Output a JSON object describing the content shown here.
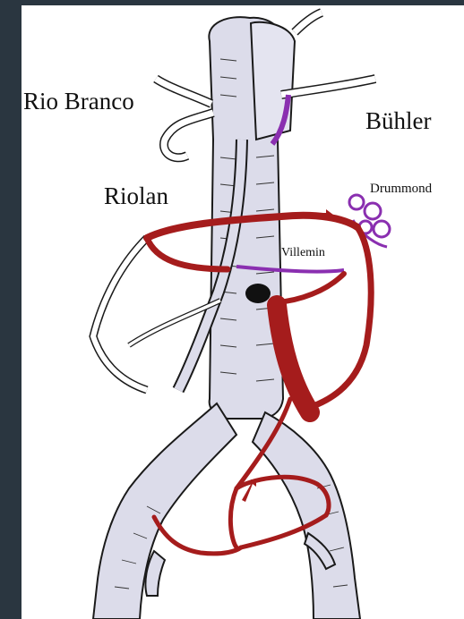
{
  "labels": {
    "rio_branco": "Rio Branco",
    "buhler": "Bühler",
    "riolan": "Riolan",
    "drummond": "Drummond",
    "villemin": "Villemin"
  },
  "colors": {
    "vessel_fill": "#dcdcea",
    "outline": "#1a1a1a",
    "collateral_red": "#a51c1c",
    "collateral_purple": "#8a2fb0",
    "background": "#2a3640"
  }
}
